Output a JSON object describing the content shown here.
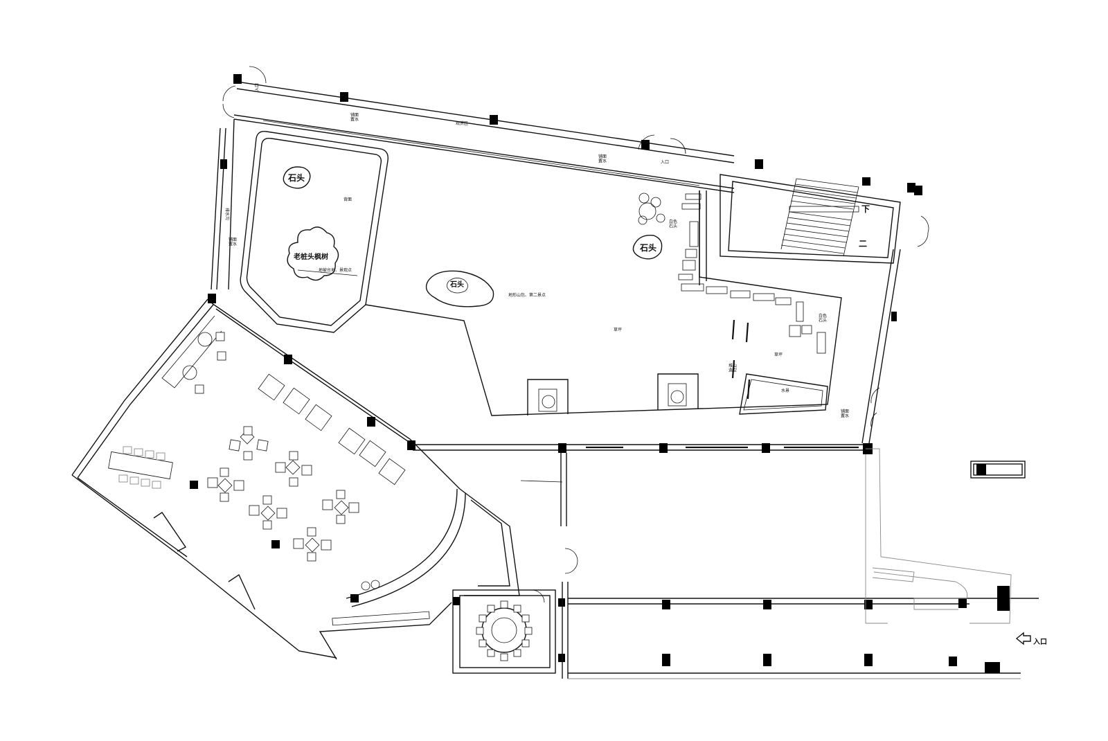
{
  "plan": {
    "labels": {
      "entrance_top_left": "入口",
      "entrance_top_mid": "入口",
      "entrance_right": "入口",
      "stone_1": "石头",
      "stone_2": "石头",
      "stone_3": "石头",
      "white_stone_1": "白色\n石头",
      "white_stone_2": "白色\n石头",
      "paving_1": "铺面\n置水",
      "paving_2": "铺面\n置水",
      "paving_3": "铺面\n置水",
      "paving_4": "铺面\n置水",
      "paving_5": "铺面\n置水",
      "pool_note": "背面",
      "tree_label": "老桩头枫树",
      "tree_note": "地被台地、景观点",
      "rock_note": "地形山包、第二景点",
      "lawn_1": "草坪",
      "lawn_2": "草坪",
      "water": "水景",
      "drain": "排水沟",
      "corridor": "观赏区",
      "stair_down": "下",
      "stair_up": "二",
      "rockery": "堆山\n造型"
    }
  }
}
